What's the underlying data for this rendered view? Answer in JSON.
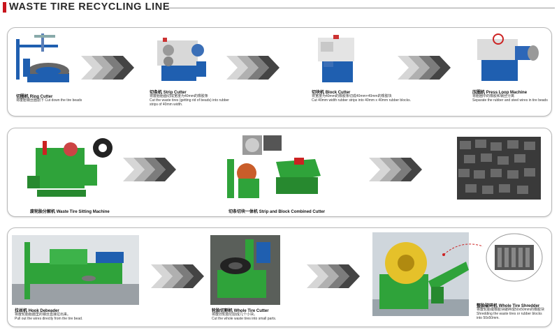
{
  "header": {
    "title": "WASTE TIRE RECYCLING LINE"
  },
  "colors": {
    "accent": "#c8151d",
    "machine_blue": "#1f5fb0",
    "machine_green": "#2fa33a",
    "arrow_gray": "#4a4a4a"
  },
  "row1": {
    "items": [
      {
        "cn": "切圈机",
        "en": "Ring Cutter",
        "desc": "将废胎钢丝圈割下 Cut down the tire beads"
      },
      {
        "cn": "切条机",
        "en": "Strip Cutter",
        "desc1": "将废胎胎面切成宽度为40mm的橡胶条",
        "desc2": "Cut the waste tires (getting rid of beads) into rubber",
        "desc3": "strips of 40mm width."
      },
      {
        "cn": "切块机",
        "en": "Block Cutter",
        "desc1": "将宽度为40mm的橡胶条切成40mm×40mm的橡胶块",
        "desc2": "Cut 40mm width rubber strips into 40mm x 40mm rubber blocks."
      },
      {
        "cn": "压圈机",
        "en": "Press Loop Machine",
        "desc1": "将胎圈中的橡胶和钢丝分离",
        "desc2": "Separate the rubber and steel wires in tire beads"
      }
    ]
  },
  "row2": {
    "items": [
      {
        "cn": "废轮胎分解机",
        "en": "Waste Tire Sitting Machine"
      },
      {
        "cn": "切条切块一体机",
        "en": "Strip and Block Combined Cutter"
      }
    ]
  },
  "row3": {
    "items": [
      {
        "cn": "拉丝机",
        "en": "Hook Debeader",
        "desc1": "将废轮胎胎圈里的钢丝直接拉出来。",
        "desc2": "Pull out the wires directly from the tire bead."
      },
      {
        "cn": "轮胎切割机",
        "en": "Whole Tire Cutter",
        "desc1": "将废旧轮胎切割成几个小块。",
        "desc2": "Cut the whole waste tires into small parts."
      },
      {
        "cn": "整胎破碎机",
        "en": "Whole Tire Shredder",
        "desc1": "将废轮胎或橡胶块破碎成50x50mm的橡胶块",
        "desc2": "Shredding the waste tires or rubber blocks",
        "desc3": "into 50x50mm."
      }
    ]
  }
}
